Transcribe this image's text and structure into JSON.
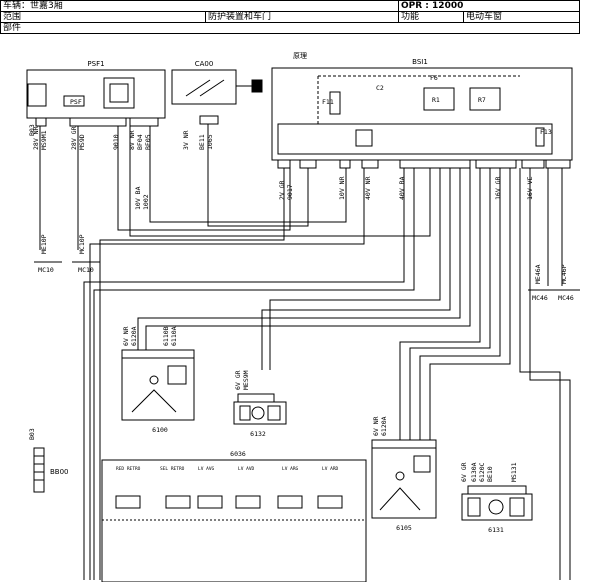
{
  "header": {
    "vehicle_label": "车辆：世嘉3厢",
    "opr_label": "OPR : 12000",
    "scope_label": "范围",
    "system_label": "防护装置和车门",
    "function_label": "功能",
    "function_value": "电动车窗",
    "part_label": "部件",
    "principle_label": "原理"
  },
  "components": {
    "psf1": "PSF1",
    "ca00": "CA00",
    "bsi1": "BSI1",
    "c6100": "6100",
    "c6132": "6132",
    "c6036": "6036",
    "c6105": "6105",
    "c6131": "6131",
    "bb00": "BB00",
    "b03": "B03",
    "mc10a": "MC10",
    "mc10b": "MC10",
    "mc46a": "MC46",
    "mc46b": "MC46",
    "f13": "F13",
    "f6": "F6",
    "r1": "R1",
    "r7": "R7",
    "c2": "C2",
    "f11": "F11",
    "me10p": "ME10P",
    "mc10p": "MC10P",
    "me46a": "ME46A",
    "mc46p": "MC46P"
  },
  "connectors": {
    "psf1_left": "28V NR",
    "psf1_mid": "28V GR",
    "psf1_right": "8V NR",
    "ca00": "3V NR",
    "bsi_a": "10V BA",
    "bsi_b": "2V GR",
    "bsi_c": "10V NR",
    "bsi_d": "40V NR",
    "bsi_e": "40V BA",
    "bsi_f": "16V GR",
    "bsi_g": "16V VE",
    "c6100": "6V NR",
    "c6132": "6V GR",
    "c6105": "6V NR",
    "c6131": "6V GR"
  },
  "wires": {
    "w1": "MS9M1",
    "w2": "MS9D",
    "w3": "9010",
    "w4": "BF04",
    "w5": "BF05",
    "w6": "BE11",
    "w7": "1065",
    "w8": "1002",
    "w9": "9017",
    "w10": "6110B",
    "w11": "6110A",
    "w12": "6120A",
    "w13": "MES9M",
    "w14": "6130A",
    "w15": "6120C",
    "w16": "BE10",
    "w17": "MS131"
  },
  "sub_labels": {
    "s1": "RED RETRO",
    "s2": "SEL RETRO",
    "s3": "LV AVG",
    "s4": "LV AVD",
    "s5": "LV ARG",
    "s6": "LV ARD"
  }
}
